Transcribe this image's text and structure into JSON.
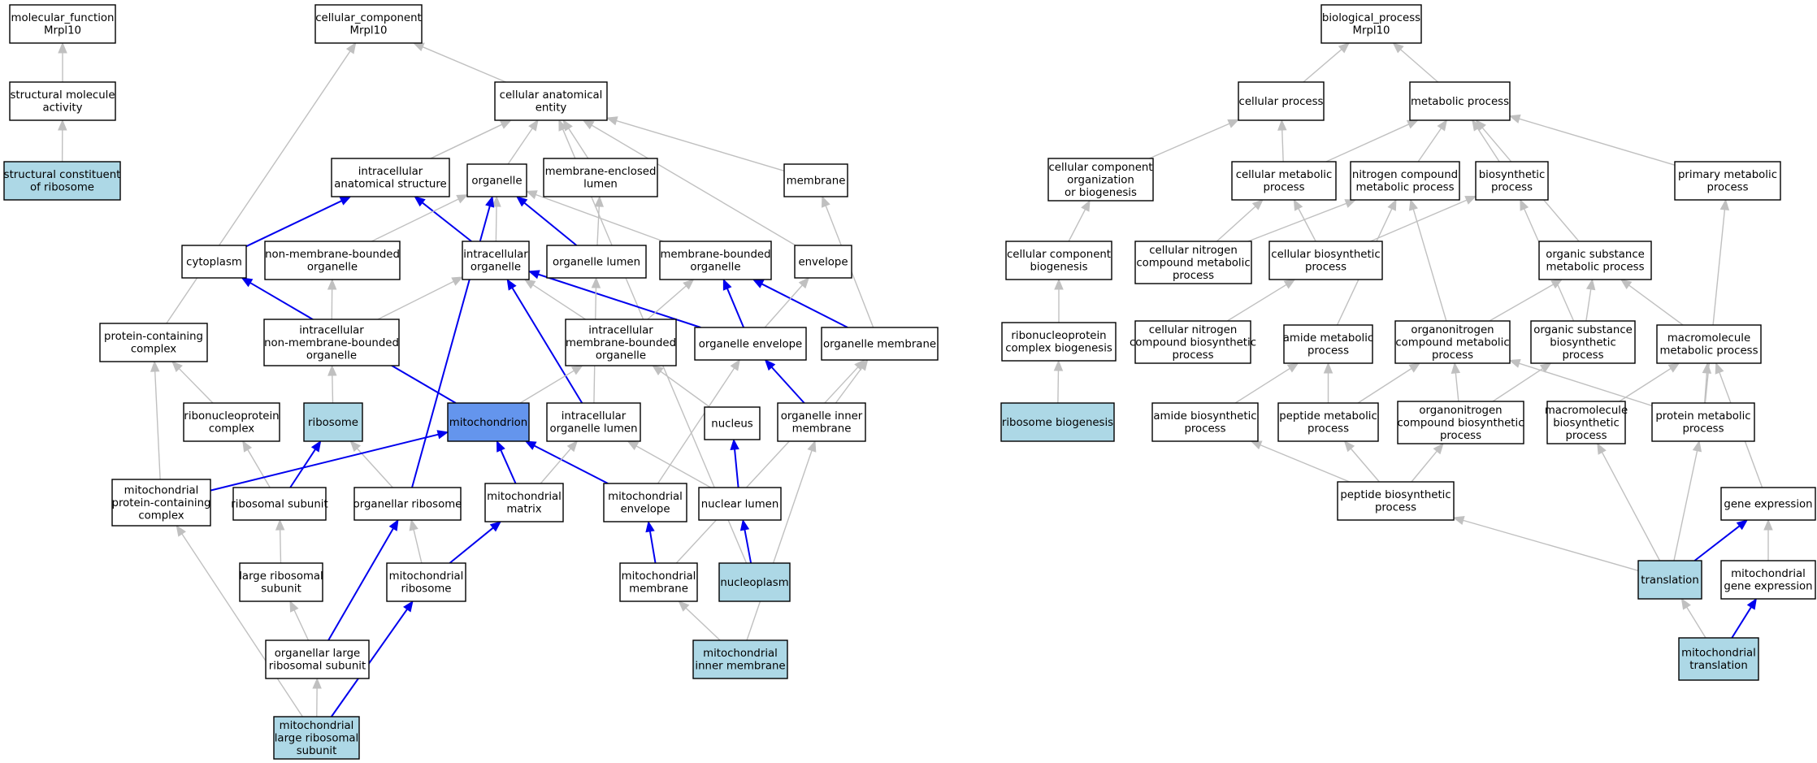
{
  "colors": {
    "default_fill": "#ffffff",
    "highlight_fill": "#add8e6",
    "focus_fill": "#6495ed",
    "grey_edge": "#c0c0c0",
    "blue_edge": "#0000ee"
  },
  "nodes": [
    {
      "id": "mf_root",
      "lines": [
        "molecular_function",
        "Mrpl10"
      ],
      "fill": "white"
    },
    {
      "id": "struct_mol",
      "lines": [
        "structural molecule",
        "activity"
      ],
      "fill": "white"
    },
    {
      "id": "struct_rib",
      "lines": [
        "structural constituent",
        "of ribosome"
      ],
      "fill": "light"
    },
    {
      "id": "cc_root",
      "lines": [
        "cellular_component",
        "Mrpl10"
      ],
      "fill": "white"
    },
    {
      "id": "cae",
      "lines": [
        "cellular anatomical",
        "entity"
      ],
      "fill": "white"
    },
    {
      "id": "ias",
      "lines": [
        "intracellular",
        "anatomical structure"
      ],
      "fill": "white"
    },
    {
      "id": "organelle",
      "lines": [
        "organelle"
      ],
      "fill": "white"
    },
    {
      "id": "mel",
      "lines": [
        "membrane-enclosed",
        "lumen"
      ],
      "fill": "white"
    },
    {
      "id": "membrane",
      "lines": [
        "membrane"
      ],
      "fill": "white"
    },
    {
      "id": "cytoplasm",
      "lines": [
        "cytoplasm"
      ],
      "fill": "white"
    },
    {
      "id": "nmbo",
      "lines": [
        "non-membrane-bounded",
        "organelle"
      ],
      "fill": "white"
    },
    {
      "id": "io",
      "lines": [
        "intracellular",
        "organelle"
      ],
      "fill": "white"
    },
    {
      "id": "ol",
      "lines": [
        "organelle lumen"
      ],
      "fill": "white"
    },
    {
      "id": "mbo",
      "lines": [
        "membrane-bounded",
        "organelle"
      ],
      "fill": "white"
    },
    {
      "id": "envelope",
      "lines": [
        "envelope"
      ],
      "fill": "white"
    },
    {
      "id": "pcc",
      "lines": [
        "protein-containing",
        "complex"
      ],
      "fill": "white"
    },
    {
      "id": "inmbo",
      "lines": [
        "intracellular",
        "non-membrane-bounded",
        "organelle"
      ],
      "fill": "white"
    },
    {
      "id": "imbo",
      "lines": [
        "intracellular",
        "membrane-bounded",
        "organelle"
      ],
      "fill": "white"
    },
    {
      "id": "oe",
      "lines": [
        "organelle envelope"
      ],
      "fill": "white"
    },
    {
      "id": "om",
      "lines": [
        "organelle membrane"
      ],
      "fill": "white"
    },
    {
      "id": "rnpc",
      "lines": [
        "ribonucleoprotein",
        "complex"
      ],
      "fill": "white"
    },
    {
      "id": "ribosome",
      "lines": [
        "ribosome"
      ],
      "fill": "light"
    },
    {
      "id": "mito",
      "lines": [
        "mitochondrion"
      ],
      "fill": "focus"
    },
    {
      "id": "iol",
      "lines": [
        "intracellular",
        "organelle lumen"
      ],
      "fill": "white"
    },
    {
      "id": "nucleus",
      "lines": [
        "nucleus"
      ],
      "fill": "white"
    },
    {
      "id": "oim",
      "lines": [
        "organelle inner",
        "membrane"
      ],
      "fill": "white"
    },
    {
      "id": "mpcc",
      "lines": [
        "mitochondrial",
        "protein-containing",
        "complex"
      ],
      "fill": "white"
    },
    {
      "id": "rs",
      "lines": [
        "ribosomal subunit"
      ],
      "fill": "white"
    },
    {
      "id": "or",
      "lines": [
        "organellar ribosome"
      ],
      "fill": "white"
    },
    {
      "id": "mm",
      "lines": [
        "mitochondrial",
        "matrix"
      ],
      "fill": "white"
    },
    {
      "id": "me",
      "lines": [
        "mitochondrial",
        "envelope"
      ],
      "fill": "white"
    },
    {
      "id": "nl",
      "lines": [
        "nuclear lumen"
      ],
      "fill": "white"
    },
    {
      "id": "lrs",
      "lines": [
        "large ribosomal",
        "subunit"
      ],
      "fill": "white"
    },
    {
      "id": "mr",
      "lines": [
        "mitochondrial",
        "ribosome"
      ],
      "fill": "white"
    },
    {
      "id": "mmem",
      "lines": [
        "mitochondrial",
        "membrane"
      ],
      "fill": "white"
    },
    {
      "id": "nucleoplasm",
      "lines": [
        "nucleoplasm"
      ],
      "fill": "light"
    },
    {
      "id": "olrs",
      "lines": [
        "organellar large",
        "ribosomal subunit"
      ],
      "fill": "white"
    },
    {
      "id": "mim",
      "lines": [
        "mitochondrial",
        "inner membrane"
      ],
      "fill": "light"
    },
    {
      "id": "mlrs",
      "lines": [
        "mitochondrial",
        "large ribosomal",
        "subunit"
      ],
      "fill": "light"
    },
    {
      "id": "bp_root",
      "lines": [
        "biological_process",
        "Mrpl10"
      ],
      "fill": "white"
    },
    {
      "id": "cp",
      "lines": [
        "cellular process"
      ],
      "fill": "white"
    },
    {
      "id": "mp",
      "lines": [
        "metabolic process"
      ],
      "fill": "white"
    },
    {
      "id": "ccob",
      "lines": [
        "cellular component",
        "organization",
        "or biogenesis"
      ],
      "fill": "white"
    },
    {
      "id": "cmp",
      "lines": [
        "cellular metabolic",
        "process"
      ],
      "fill": "white"
    },
    {
      "id": "ncmp",
      "lines": [
        "nitrogen compound",
        "metabolic process"
      ],
      "fill": "white"
    },
    {
      "id": "biop",
      "lines": [
        "biosynthetic",
        "process"
      ],
      "fill": "white"
    },
    {
      "id": "pmp",
      "lines": [
        "primary metabolic",
        "process"
      ],
      "fill": "white"
    },
    {
      "id": "ccb",
      "lines": [
        "cellular component",
        "biogenesis"
      ],
      "fill": "white"
    },
    {
      "id": "cncmp",
      "lines": [
        "cellular nitrogen",
        "compound metabolic",
        "process"
      ],
      "fill": "white"
    },
    {
      "id": "cbp",
      "lines": [
        "cellular biosynthetic",
        "process"
      ],
      "fill": "white"
    },
    {
      "id": "osmp",
      "lines": [
        "organic substance",
        "metabolic process"
      ],
      "fill": "white"
    },
    {
      "id": "rnpcb",
      "lines": [
        "ribonucleoprotein",
        "complex biogenesis"
      ],
      "fill": "white"
    },
    {
      "id": "cncbp",
      "lines": [
        "cellular nitrogen",
        "compound biosynthetic",
        "process"
      ],
      "fill": "white"
    },
    {
      "id": "amp",
      "lines": [
        "amide metabolic",
        "process"
      ],
      "fill": "white"
    },
    {
      "id": "oncmp",
      "lines": [
        "organonitrogen",
        "compound metabolic",
        "process"
      ],
      "fill": "white"
    },
    {
      "id": "osbp",
      "lines": [
        "organic substance",
        "biosynthetic",
        "process"
      ],
      "fill": "white"
    },
    {
      "id": "macmp",
      "lines": [
        "macromolecule",
        "metabolic process"
      ],
      "fill": "white"
    },
    {
      "id": "rb",
      "lines": [
        "ribosome biogenesis"
      ],
      "fill": "light"
    },
    {
      "id": "abp",
      "lines": [
        "amide biosynthetic",
        "process"
      ],
      "fill": "white"
    },
    {
      "id": "pepmp",
      "lines": [
        "peptide metabolic",
        "process"
      ],
      "fill": "white"
    },
    {
      "id": "oncbp",
      "lines": [
        "organonitrogen",
        "compound biosynthetic",
        "process"
      ],
      "fill": "white"
    },
    {
      "id": "macbp",
      "lines": [
        "macromolecule",
        "biosynthetic",
        "process"
      ],
      "fill": "white"
    },
    {
      "id": "protmp",
      "lines": [
        "protein metabolic",
        "process"
      ],
      "fill": "white"
    },
    {
      "id": "pepbp",
      "lines": [
        "peptide biosynthetic",
        "process"
      ],
      "fill": "white"
    },
    {
      "id": "ge",
      "lines": [
        "gene expression"
      ],
      "fill": "white"
    },
    {
      "id": "transl",
      "lines": [
        "translation"
      ],
      "fill": "light"
    },
    {
      "id": "mge",
      "lines": [
        "mitochondrial",
        "gene expression"
      ],
      "fill": "white"
    },
    {
      "id": "mtransl",
      "lines": [
        "mitochondrial",
        "translation"
      ],
      "fill": "light"
    }
  ],
  "edges": [
    {
      "from": "struct_mol",
      "to": "mf_root",
      "kind": "grey"
    },
    {
      "from": "struct_rib",
      "to": "struct_mol",
      "kind": "grey"
    },
    {
      "from": "cae",
      "to": "cc_root",
      "kind": "grey"
    },
    {
      "from": "ias",
      "to": "cae",
      "kind": "grey"
    },
    {
      "from": "organelle",
      "to": "cae",
      "kind": "grey"
    },
    {
      "from": "mel",
      "to": "cae",
      "kind": "grey"
    },
    {
      "from": "membrane",
      "to": "cae",
      "kind": "grey"
    },
    {
      "from": "cytoplasm",
      "to": "cae",
      "kind": "grey"
    },
    {
      "from": "envelope",
      "to": "cae",
      "kind": "grey"
    },
    {
      "from": "nucleoplasm",
      "to": "cae",
      "kind": "grey"
    },
    {
      "from": "pcc",
      "to": "cc_root",
      "kind": "grey"
    },
    {
      "from": "cytoplasm",
      "to": "ias",
      "kind": "blue"
    },
    {
      "from": "io",
      "to": "ias",
      "kind": "blue"
    },
    {
      "from": "nmbo",
      "to": "organelle",
      "kind": "grey"
    },
    {
      "from": "io",
      "to": "organelle",
      "kind": "grey"
    },
    {
      "from": "ol",
      "to": "organelle",
      "kind": "blue"
    },
    {
      "from": "mbo",
      "to": "organelle",
      "kind": "grey"
    },
    {
      "from": "or",
      "to": "organelle",
      "kind": "blue"
    },
    {
      "from": "ol",
      "to": "mel",
      "kind": "grey"
    },
    {
      "from": "om",
      "to": "membrane",
      "kind": "grey"
    },
    {
      "from": "inmbo",
      "to": "nmbo",
      "kind": "grey"
    },
    {
      "from": "inmbo",
      "to": "io",
      "kind": "grey"
    },
    {
      "from": "imbo",
      "to": "io",
      "kind": "grey"
    },
    {
      "from": "oe",
      "to": "io",
      "kind": "blue"
    },
    {
      "from": "iol",
      "to": "io",
      "kind": "blue"
    },
    {
      "from": "imbo",
      "to": "mbo",
      "kind": "grey"
    },
    {
      "from": "oe",
      "to": "mbo",
      "kind": "blue"
    },
    {
      "from": "om",
      "to": "mbo",
      "kind": "blue"
    },
    {
      "from": "oe",
      "to": "envelope",
      "kind": "grey"
    },
    {
      "from": "rnpc",
      "to": "pcc",
      "kind": "grey"
    },
    {
      "from": "mpcc",
      "to": "pcc",
      "kind": "grey"
    },
    {
      "from": "ribosome",
      "to": "inmbo",
      "kind": "grey"
    },
    {
      "from": "mito",
      "to": "cytoplasm",
      "kind": "blue"
    },
    {
      "from": "mito",
      "to": "imbo",
      "kind": "grey"
    },
    {
      "from": "nucleus",
      "to": "imbo",
      "kind": "grey"
    },
    {
      "from": "iol",
      "to": "ol",
      "kind": "grey"
    },
    {
      "from": "me",
      "to": "oe",
      "kind": "grey"
    },
    {
      "from": "oim",
      "to": "oe",
      "kind": "blue"
    },
    {
      "from": "oim",
      "to": "om",
      "kind": "grey"
    },
    {
      "from": "mmem",
      "to": "om",
      "kind": "grey"
    },
    {
      "from": "rs",
      "to": "rnpc",
      "kind": "grey"
    },
    {
      "from": "rs",
      "to": "ribosome",
      "kind": "blue"
    },
    {
      "from": "or",
      "to": "ribosome",
      "kind": "grey"
    },
    {
      "from": "mpcc",
      "to": "mito",
      "kind": "blue"
    },
    {
      "from": "mm",
      "to": "mito",
      "kind": "blue"
    },
    {
      "from": "me",
      "to": "mito",
      "kind": "blue"
    },
    {
      "from": "mm",
      "to": "iol",
      "kind": "grey"
    },
    {
      "from": "nl",
      "to": "iol",
      "kind": "grey"
    },
    {
      "from": "nl",
      "to": "nucleus",
      "kind": "blue"
    },
    {
      "from": "mim",
      "to": "oim",
      "kind": "grey"
    },
    {
      "from": "lrs",
      "to": "rs",
      "kind": "grey"
    },
    {
      "from": "mr",
      "to": "or",
      "kind": "grey"
    },
    {
      "from": "olrs",
      "to": "or",
      "kind": "blue"
    },
    {
      "from": "mr",
      "to": "mm",
      "kind": "blue"
    },
    {
      "from": "mmem",
      "to": "me",
      "kind": "blue"
    },
    {
      "from": "nucleoplasm",
      "to": "nl",
      "kind": "blue"
    },
    {
      "from": "olrs",
      "to": "lrs",
      "kind": "grey"
    },
    {
      "from": "mlrs",
      "to": "mr",
      "kind": "blue"
    },
    {
      "from": "mim",
      "to": "mmem",
      "kind": "grey"
    },
    {
      "from": "mlrs",
      "to": "olrs",
      "kind": "grey"
    },
    {
      "from": "mlrs",
      "to": "mpcc",
      "kind": "grey"
    },
    {
      "from": "cp",
      "to": "bp_root",
      "kind": "grey"
    },
    {
      "from": "mp",
      "to": "bp_root",
      "kind": "grey"
    },
    {
      "from": "ccob",
      "to": "cp",
      "kind": "grey"
    },
    {
      "from": "cmp",
      "to": "cp",
      "kind": "grey"
    },
    {
      "from": "cmp",
      "to": "mp",
      "kind": "grey"
    },
    {
      "from": "ncmp",
      "to": "mp",
      "kind": "grey"
    },
    {
      "from": "biop",
      "to": "mp",
      "kind": "grey"
    },
    {
      "from": "pmp",
      "to": "mp",
      "kind": "grey"
    },
    {
      "from": "osmp",
      "to": "mp",
      "kind": "grey"
    },
    {
      "from": "ccb",
      "to": "ccob",
      "kind": "grey"
    },
    {
      "from": "cncmp",
      "to": "cmp",
      "kind": "grey"
    },
    {
      "from": "cbp",
      "to": "cmp",
      "kind": "grey"
    },
    {
      "from": "cncmp",
      "to": "ncmp",
      "kind": "grey"
    },
    {
      "from": "amp",
      "to": "ncmp",
      "kind": "grey"
    },
    {
      "from": "oncmp",
      "to": "ncmp",
      "kind": "grey"
    },
    {
      "from": "cbp",
      "to": "biop",
      "kind": "grey"
    },
    {
      "from": "osbp",
      "to": "biop",
      "kind": "grey"
    },
    {
      "from": "protmp",
      "to": "pmp",
      "kind": "grey"
    },
    {
      "from": "rnpcb",
      "to": "ccb",
      "kind": "grey"
    },
    {
      "from": "cncbp",
      "to": "cbp",
      "kind": "grey"
    },
    {
      "from": "oncmp",
      "to": "osmp",
      "kind": "grey"
    },
    {
      "from": "osbp",
      "to": "osmp",
      "kind": "grey"
    },
    {
      "from": "macmp",
      "to": "osmp",
      "kind": "grey"
    },
    {
      "from": "rb",
      "to": "rnpcb",
      "kind": "grey"
    },
    {
      "from": "abp",
      "to": "amp",
      "kind": "grey"
    },
    {
      "from": "pepmp",
      "to": "amp",
      "kind": "grey"
    },
    {
      "from": "pepmp",
      "to": "oncmp",
      "kind": "grey"
    },
    {
      "from": "oncbp",
      "to": "oncmp",
      "kind": "grey"
    },
    {
      "from": "protmp",
      "to": "oncmp",
      "kind": "grey"
    },
    {
      "from": "oncbp",
      "to": "osbp",
      "kind": "grey"
    },
    {
      "from": "macbp",
      "to": "macmp",
      "kind": "grey"
    },
    {
      "from": "protmp",
      "to": "macmp",
      "kind": "grey"
    },
    {
      "from": "ge",
      "to": "macmp",
      "kind": "grey"
    },
    {
      "from": "pepbp",
      "to": "abp",
      "kind": "grey"
    },
    {
      "from": "pepbp",
      "to": "pepmp",
      "kind": "grey"
    },
    {
      "from": "pepbp",
      "to": "oncbp",
      "kind": "grey"
    },
    {
      "from": "transl",
      "to": "macbp",
      "kind": "grey"
    },
    {
      "from": "transl",
      "to": "protmp",
      "kind": "grey"
    },
    {
      "from": "transl",
      "to": "pepbp",
      "kind": "grey"
    },
    {
      "from": "transl",
      "to": "ge",
      "kind": "blue"
    },
    {
      "from": "mge",
      "to": "ge",
      "kind": "grey"
    },
    {
      "from": "mtransl",
      "to": "transl",
      "kind": "grey"
    },
    {
      "from": "mtransl",
      "to": "mge",
      "kind": "blue"
    }
  ]
}
